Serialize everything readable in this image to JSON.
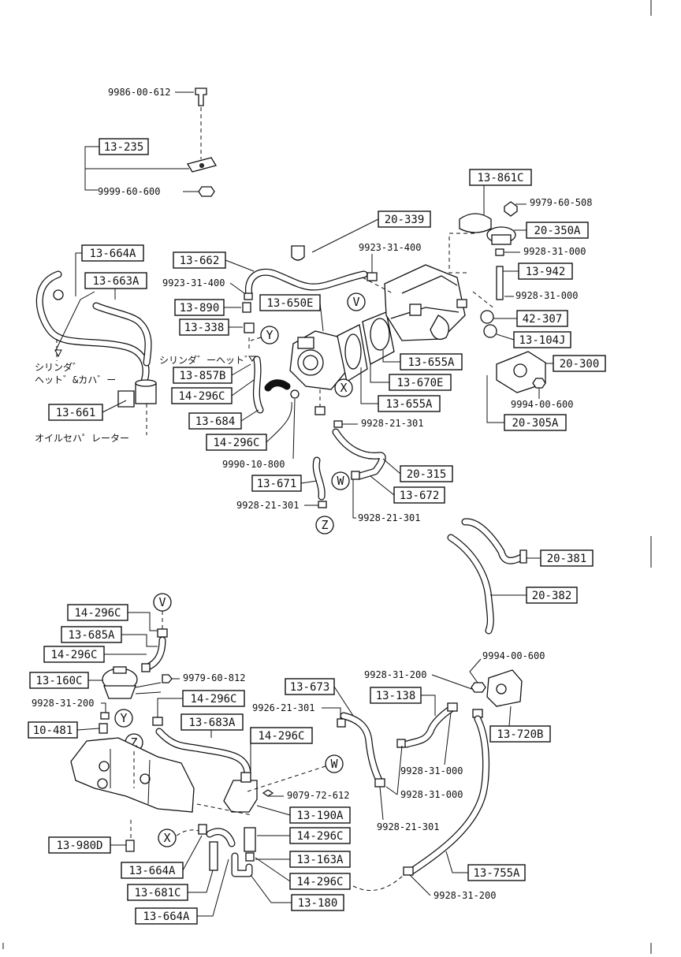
{
  "labels": {
    "l_9986_00_612": "9986-00-612",
    "l_9999_60_600": "9999-60-600",
    "l_9979_60_508": "9979-60-508",
    "l_9923_31_400a": "9923-31-400",
    "l_9923_31_400b": "9923-31-400",
    "l_9928_31_000a": "9928-31-000",
    "l_9928_31_000b": "9928-31-000",
    "l_9994_00_600a": "9994-00-600",
    "l_9928_21_301a": "9928-21-301",
    "l_9990_10_800": "9990-10-800",
    "l_9928_21_301b": "9928-21-301",
    "l_9928_21_301c": "9928-21-301",
    "l_9994_00_600b": "9994-00-600",
    "l_9928_31_200a": "9928-31-200",
    "l_9979_60_812": "9979-60-812",
    "l_9928_31_200b": "9928-31-200",
    "l_9926_21_301": "9926-21-301",
    "l_9928_31_000c": "9928-31-000",
    "l_9928_31_000d": "9928-31-000",
    "l_9079_72_612": "9079-72-612",
    "l_9928_21_301d": "9928-21-301",
    "l_9928_31_200c": "9928-31-200",
    "jp_cylinder_head": "シリンダ゛ーヘット゛",
    "jp_cylinder": "シリンダ゛",
    "jp_head_cover": "ヘット゛&カハ゛ー",
    "jp_oil_separator": "オイルセハ゜レーター"
  },
  "boxes": {
    "b_13_235": "13-235",
    "b_13_861C": "13-861C",
    "b_20_339": "20-339",
    "b_20_350A": "20-350A",
    "b_13_664A_top": "13-664A",
    "b_13_662": "13-662",
    "b_13_942": "13-942",
    "b_13_663A": "13-663A",
    "b_13_890": "13-890",
    "b_13_650E": "13-650E",
    "b_13_338": "13-338",
    "b_42_307": "42-307",
    "b_13_104J": "13-104J",
    "b_13_857B": "13-857B",
    "b_13_655A_a": "13-655A",
    "b_20_300": "20-300",
    "b_14_296C_a": "14-296C",
    "b_13_670E": "13-670E",
    "b_13_661": "13-661",
    "b_13_655A_b": "13-655A",
    "b_13_684": "13-684",
    "b_20_305A": "20-305A",
    "b_14_296C_b": "14-296C",
    "b_20_315": "20-315",
    "b_13_671": "13-671",
    "b_13_672": "13-672",
    "b_20_381": "20-381",
    "b_20_382": "20-382",
    "b_14_296C_c": "14-296C",
    "b_13_685A": "13-685A",
    "b_14_296C_d": "14-296C",
    "b_13_160C": "13-160C",
    "b_13_673": "13-673",
    "b_13_138": "13-138",
    "b_13_720B": "13-720B",
    "b_14_296C_e": "14-296C",
    "b_10_481": "10-481",
    "b_13_683A": "13-683A",
    "b_14_296C_f": "14-296C",
    "b_13_190A": "13-190A",
    "b_14_296C_g": "14-296C",
    "b_13_980D": "13-980D",
    "b_13_163A": "13-163A",
    "b_13_664A_b": "13-664A",
    "b_14_296C_h": "14-296C",
    "b_13_755A": "13-755A",
    "b_13_681C": "13-681C",
    "b_13_180": "13-180",
    "b_13_664A_c": "13-664A"
  },
  "markers": {
    "V1": "V",
    "Y1": "Y",
    "X1": "X",
    "W1": "W",
    "Z1": "Z",
    "V2": "V",
    "Y2": "Y",
    "Z2": "Z",
    "W2": "W",
    "X2": "X"
  }
}
